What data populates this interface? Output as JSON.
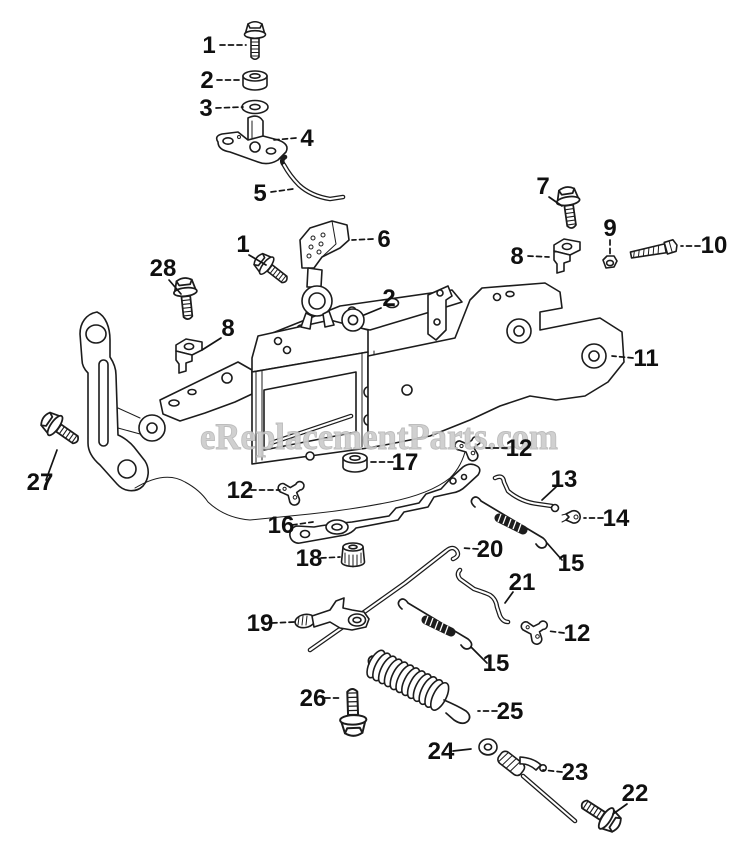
{
  "diagram": {
    "watermark": "eReplacementParts.com",
    "background_color": "#ffffff",
    "line_color": "#1c1c1c",
    "watermark_color": "#cdcdcd",
    "callouts": [
      {
        "num": "1"
      },
      {
        "num": "2"
      },
      {
        "num": "3"
      },
      {
        "num": "4"
      },
      {
        "num": "5"
      },
      {
        "num": "1"
      },
      {
        "num": "6"
      },
      {
        "num": "28"
      },
      {
        "num": "2"
      },
      {
        "num": "8"
      },
      {
        "num": "7"
      },
      {
        "num": "9"
      },
      {
        "num": "10"
      },
      {
        "num": "8"
      },
      {
        "num": "11"
      },
      {
        "num": "27"
      },
      {
        "num": "17"
      },
      {
        "num": "12"
      },
      {
        "num": "12"
      },
      {
        "num": "16"
      },
      {
        "num": "13"
      },
      {
        "num": "14"
      },
      {
        "num": "15"
      },
      {
        "num": "18"
      },
      {
        "num": "20"
      },
      {
        "num": "21"
      },
      {
        "num": "19"
      },
      {
        "num": "15"
      },
      {
        "num": "12"
      },
      {
        "num": "26"
      },
      {
        "num": "25"
      },
      {
        "num": "24"
      },
      {
        "num": "23"
      },
      {
        "num": "22"
      }
    ]
  }
}
